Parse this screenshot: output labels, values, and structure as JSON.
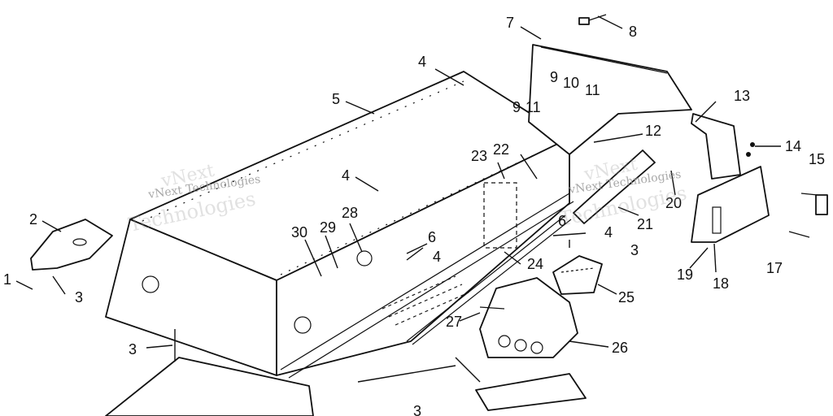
{
  "watermark": {
    "line1": "vNext Technologies",
    "line2": "vNext",
    "line3": "Technologies"
  },
  "callouts": [
    "1",
    "2",
    "3",
    "3",
    "3",
    "3",
    "4",
    "4",
    "4",
    "4",
    "5",
    "6",
    "6",
    "7",
    "8",
    "9",
    "10",
    "11",
    "9",
    "11",
    "12",
    "13",
    "14",
    "15",
    "17",
    "18",
    "19",
    "20",
    "21",
    "22",
    "23",
    "24",
    "25",
    "26",
    "27",
    "28",
    "29",
    "30"
  ]
}
